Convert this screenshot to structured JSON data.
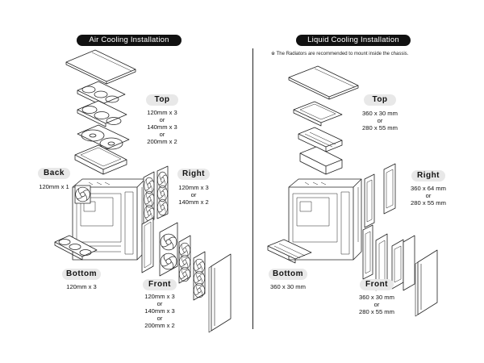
{
  "air": {
    "title": "Air Cooling Installation",
    "top": {
      "label": "Top",
      "lines": [
        "120mm x 3",
        "or",
        "140mm x 3",
        "or",
        "200mm x 2"
      ]
    },
    "back": {
      "label": "Back",
      "lines": [
        "120mm x 1"
      ]
    },
    "right": {
      "label": "Right",
      "lines": [
        "120mm x 3",
        "or",
        "140mm x 2"
      ]
    },
    "bottom": {
      "label": "Bottom",
      "lines": [
        "120mm x 3"
      ]
    },
    "front": {
      "label": "Front",
      "lines": [
        "120mm x 3",
        "or",
        "140mm x 3",
        "or",
        "200mm x 2"
      ]
    }
  },
  "liquid": {
    "title": "Liquid Cooling Installation",
    "note": "※  The Radiators are recommended to mount inside the chassis.",
    "top": {
      "label": "Top",
      "lines": [
        "360 x 30 mm",
        "or",
        "280 x 55 mm"
      ]
    },
    "right": {
      "label": "Right",
      "lines": [
        "360 x 64 mm",
        "or",
        "280 x 55 mm"
      ]
    },
    "bottom": {
      "label": "Bottom",
      "lines": [
        "360 x 30 mm"
      ]
    },
    "front": {
      "label": "Front",
      "lines": [
        "360 x 30 mm",
        "or",
        "280 x 55 mm"
      ]
    }
  }
}
